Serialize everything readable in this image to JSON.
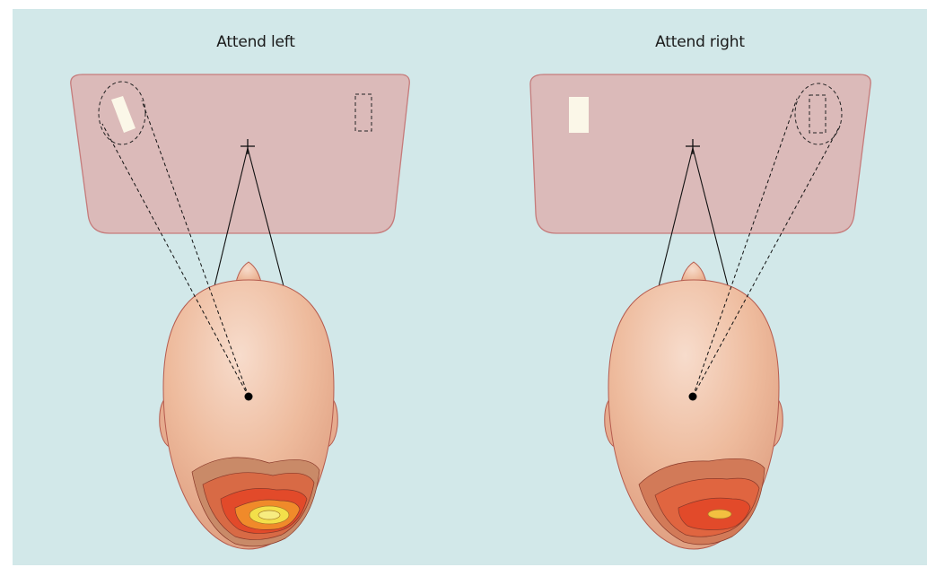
{
  "panels": {
    "left": {
      "title": "Attend left",
      "attended_side": "left"
    },
    "right": {
      "title": "Attend right",
      "attended_side": "right"
    }
  },
  "colors": {
    "background": "#d2e8e9",
    "screen_fill": "#dbbab9",
    "screen_stroke": "#c57b7b",
    "stimulus": "#fbf7e8",
    "skin": "#edbb9c",
    "skin_shade": "#d9977a",
    "activation_levels": [
      "#c98a68",
      "#d86a45",
      "#e24a2a",
      "#f08a2a",
      "#f3e04a"
    ]
  }
}
